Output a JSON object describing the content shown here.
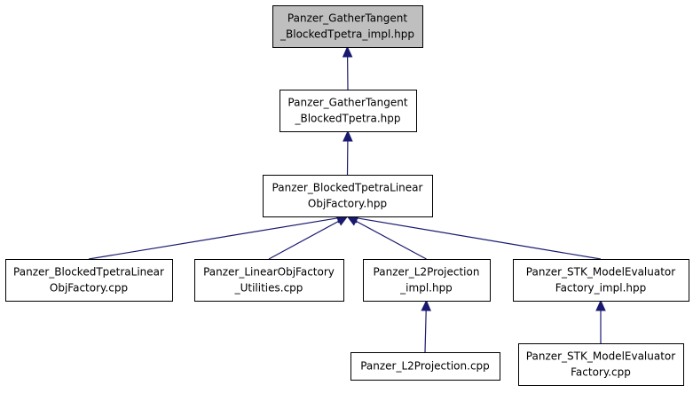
{
  "graph": {
    "edge_color": "#191970",
    "root_fill": "#bfbfbf",
    "nodes": [
      {
        "id": "gather-tangent-impl",
        "lines": [
          "Panzer_GatherTangent",
          "_BlockedTpetra_impl.hpp"
        ],
        "highlighted": true
      },
      {
        "id": "gather-tangent",
        "lines": [
          "Panzer_GatherTangent",
          "_BlockedTpetra.hpp"
        ],
        "highlighted": false
      },
      {
        "id": "blocked-factory-hpp",
        "lines": [
          "Panzer_BlockedTpetraLinear",
          "ObjFactory.hpp"
        ],
        "highlighted": false
      },
      {
        "id": "blocked-factory-cpp",
        "lines": [
          "Panzer_BlockedTpetraLinear",
          "ObjFactory.cpp"
        ],
        "highlighted": false
      },
      {
        "id": "linear-obj-utilities",
        "lines": [
          "Panzer_LinearObjFactory",
          "_Utilities.cpp"
        ],
        "highlighted": false
      },
      {
        "id": "l2projection-impl",
        "lines": [
          "Panzer_L2Projection",
          "_impl.hpp"
        ],
        "highlighted": false
      },
      {
        "id": "stk-model-evaluator-impl",
        "lines": [
          "Panzer_STK_ModelEvaluator",
          "Factory_impl.hpp"
        ],
        "highlighted": false
      },
      {
        "id": "l2projection-cpp",
        "lines": [
          "Panzer_L2Projection.cpp"
        ],
        "highlighted": false
      },
      {
        "id": "stk-model-evaluator-cpp",
        "lines": [
          "Panzer_STK_ModelEvaluator",
          "Factory.cpp"
        ],
        "highlighted": false
      }
    ],
    "edges": [
      {
        "from": "gather-tangent",
        "to": "gather-tangent-impl"
      },
      {
        "from": "blocked-factory-hpp",
        "to": "gather-tangent"
      },
      {
        "from": "blocked-factory-cpp",
        "to": "blocked-factory-hpp"
      },
      {
        "from": "linear-obj-utilities",
        "to": "blocked-factory-hpp"
      },
      {
        "from": "l2projection-impl",
        "to": "blocked-factory-hpp"
      },
      {
        "from": "stk-model-evaluator-impl",
        "to": "blocked-factory-hpp"
      },
      {
        "from": "l2projection-cpp",
        "to": "l2projection-impl"
      },
      {
        "from": "stk-model-evaluator-cpp",
        "to": "stk-model-evaluator-impl"
      }
    ]
  }
}
